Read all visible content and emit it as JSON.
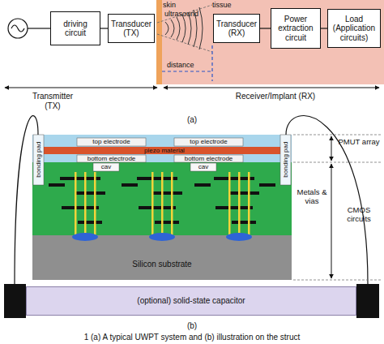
{
  "diagram": {
    "caption": "1 (a) A typical UWPT system and (b) illustration on the struct",
    "nodes": [
      {
        "text": [
          "driving circuit"
        ]
      },
      {
        "text": [
          "Transducer (TX)"
        ]
      },
      {
        "text": [
          "Transducer (RX)"
        ]
      },
      {
        "text": [
          "Power extraction circuit"
        ]
      },
      {
        "text": [
          "Load",
          "(Application circuits)"
        ]
      },
      {
        "text": [
          "Silicon substrate"
        ]
      },
      {
        "text": [
          "(optional) solid-state capacitor"
        ]
      }
    ],
    "edges": [
      {
        "from": 0,
        "to": 1,
        "arrow": "none"
      },
      {
        "from": 2,
        "to": 3,
        "arrow": "none"
      },
      {
        "from": 3,
        "to": 4,
        "arrow": "none"
      }
    ],
    "labels": [
      "skin",
      "tissue",
      "ultrasound",
      "distance",
      "Transmitter (TX)",
      "Receiver/Implant (RX)",
      "(a)",
      "top electrode",
      "top electrode",
      "piezo material",
      "bottom electrode",
      "bottom electrode",
      "cav",
      "cav",
      "bonding pad",
      "bonding pad",
      "Metals & vias",
      "PMUT array",
      "CMOS circuits",
      "(b)"
    ]
  }
}
